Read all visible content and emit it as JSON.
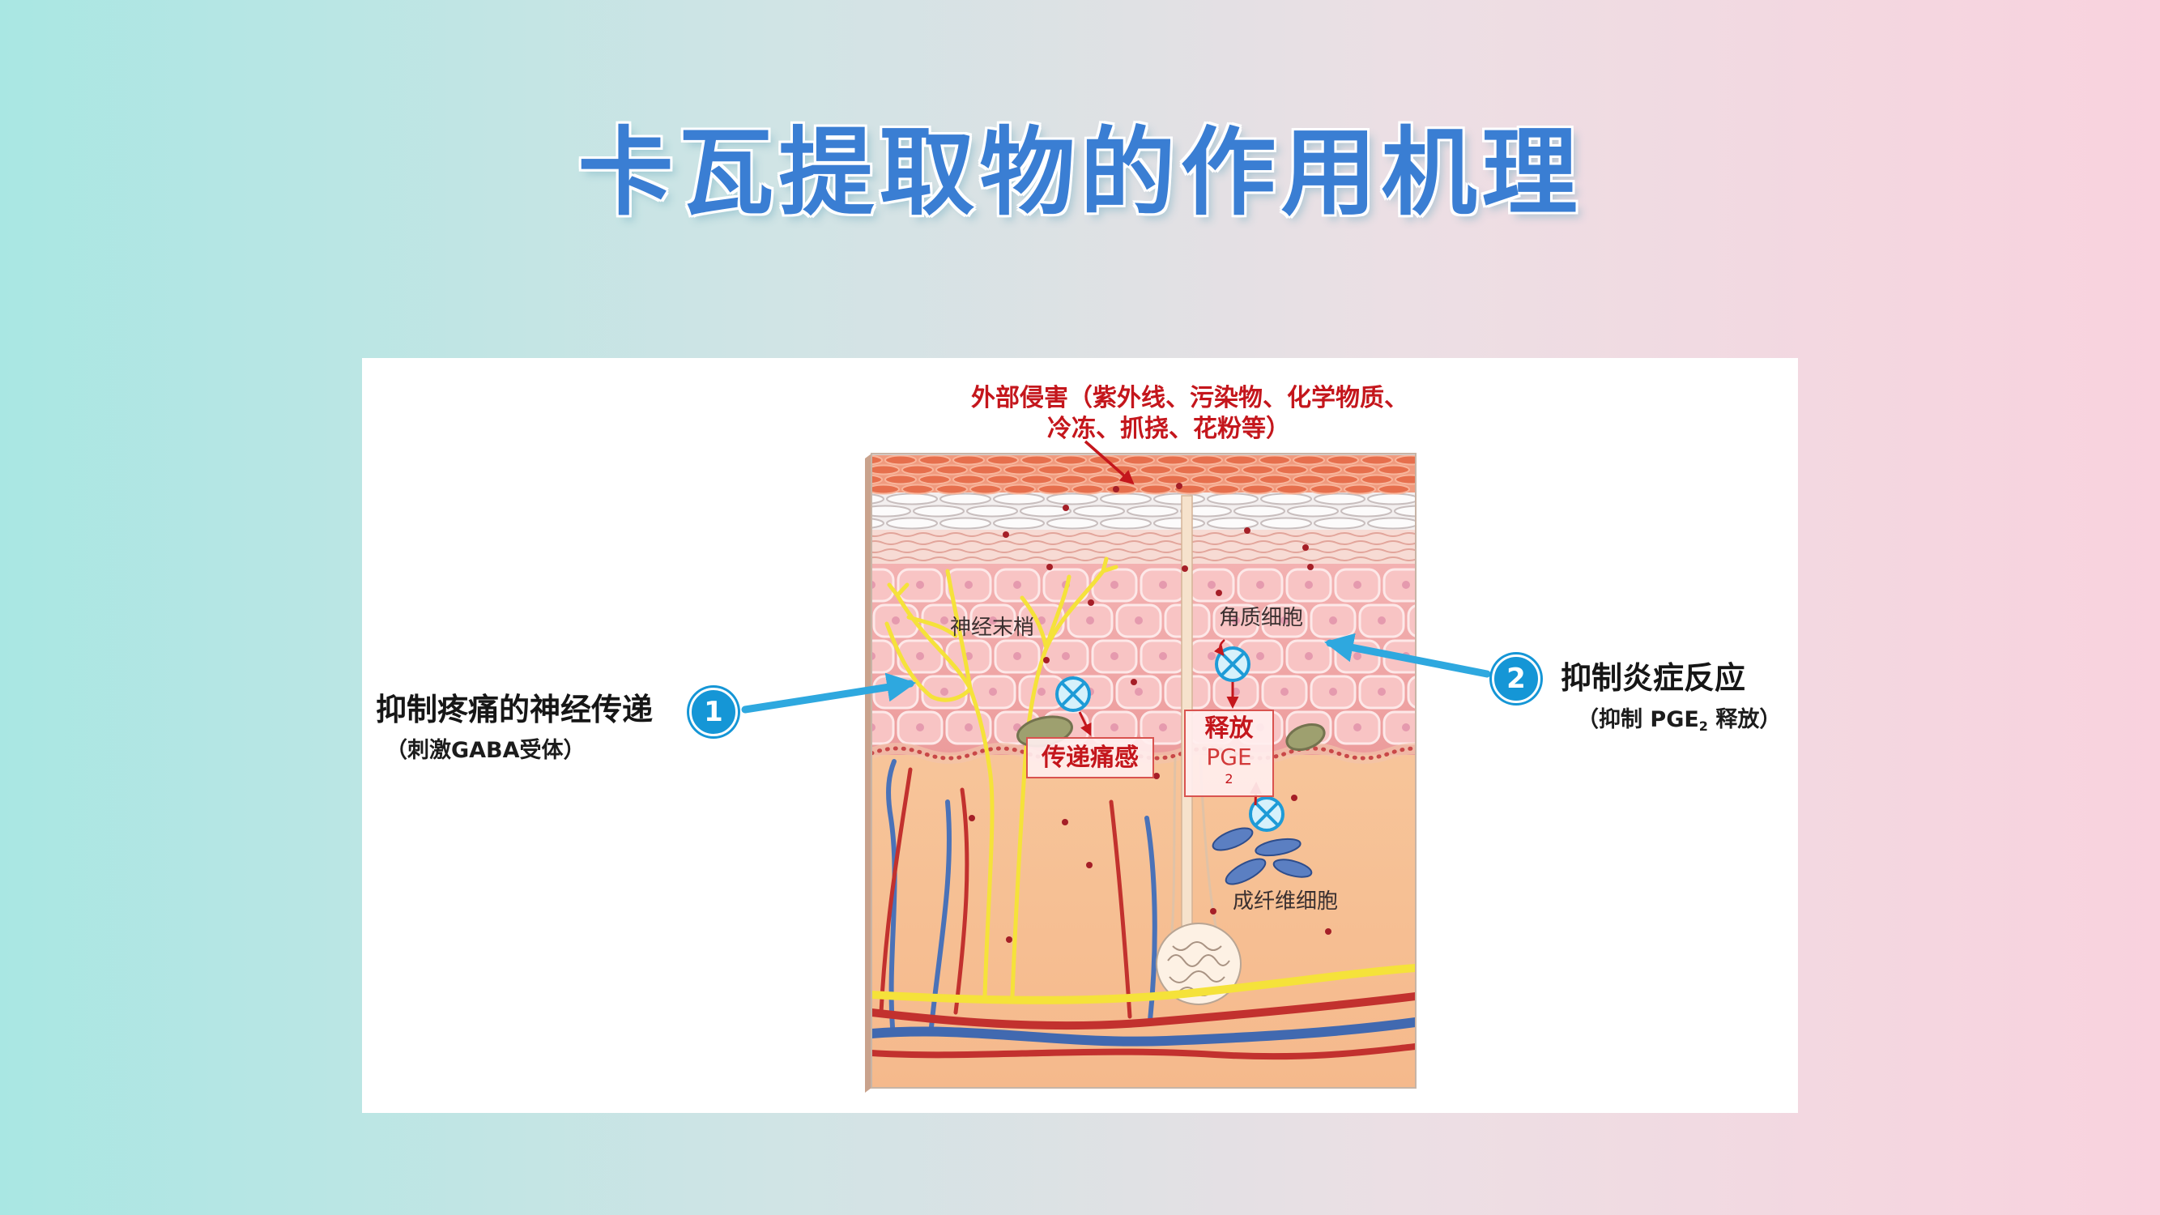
{
  "slide": {
    "title": "卡瓦提取物的作用机理"
  },
  "diagram": {
    "external_harm": {
      "line1": "外部侵害（紫外线、污染物、化学物质、",
      "line2": "冷冻、抓挠、花粉等）"
    },
    "labels": {
      "nerve_endings": "神经末梢",
      "keratinocytes": "角质细胞",
      "fibroblasts": "成纤维细胞",
      "pain_transmission": "传递痛感",
      "release": "释放",
      "pge": "PGE",
      "pge_sub": "2"
    },
    "inhibit_icon": "circle-x-icon"
  },
  "mechanisms": [
    {
      "badge": "1",
      "title": "抑制疼痛的神经传递",
      "detail": "（刺激GABA受体）"
    },
    {
      "badge": "2",
      "title": "抑制炎症反应",
      "detail_prefix": "（抑制 PGE",
      "detail_sub": "2",
      "detail_suffix": " 释放）"
    }
  ],
  "colors": {
    "background_left": "#a9e7e3",
    "background_right": "#f9d2de",
    "title": "#3a7ed3",
    "badge": "#1596d6",
    "pointer_arrow": "#2ea8df",
    "harm_text": "#c4161c",
    "nerve": "#f5e23a",
    "artery": "#c2312e",
    "vein": "#4169b0"
  }
}
